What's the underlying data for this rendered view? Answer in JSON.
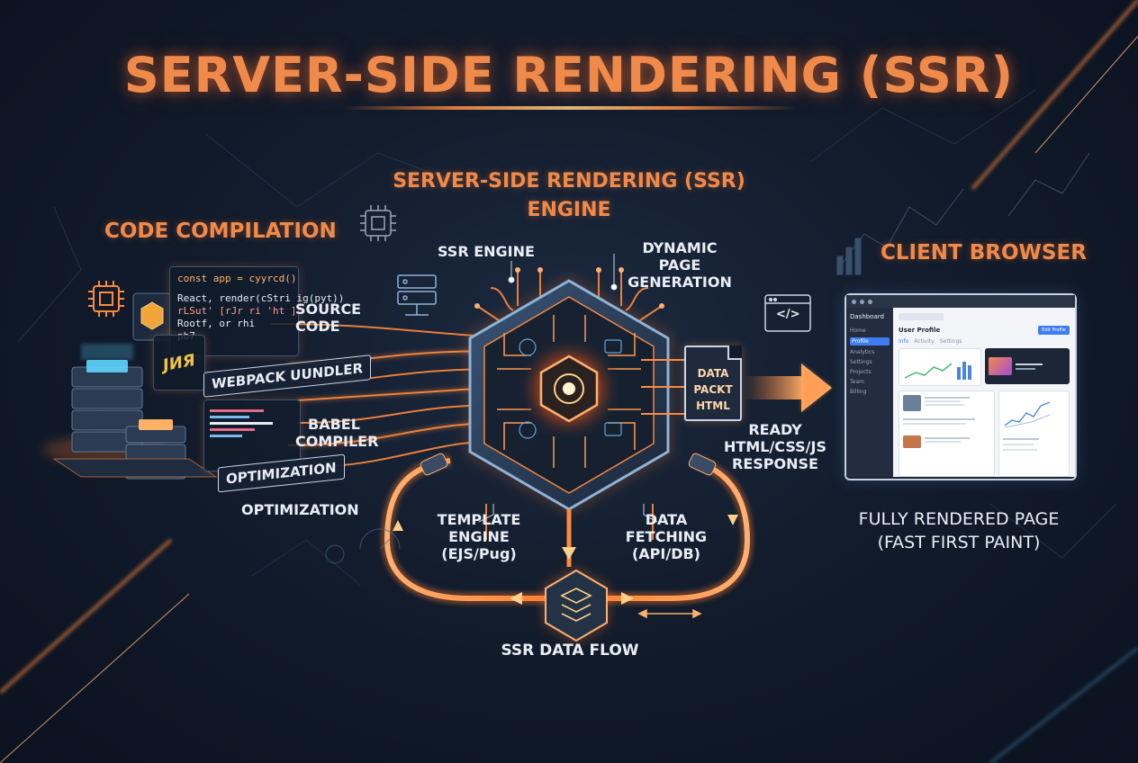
{
  "title": "SERVER-SIDE RENDERING (SSR)",
  "engine_title": [
    "SERVER-SIDE RENDERING (SSR)",
    "ENGINE"
  ],
  "sections": {
    "code_compilation": "CODE COMPILATION",
    "client_browser": "CLIENT BROWSER"
  },
  "compile": {
    "code_lines": [
      "const app = cyyrcd()",
      "React, render(cStri ig(pyt))",
      "rLSut' [rJr ri 'ht ]\"",
      "Rootf, or   rhi",
      "  pb7"
    ],
    "glitch_text": "JИЯ",
    "webpack_tag": "WEBPACK UUNDLER",
    "optimization_tag": "OPTIMIZATION",
    "labels": {
      "source_code": [
        "SOURCE",
        "CODE"
      ],
      "babel": [
        "BABEL",
        "COMPILER"
      ],
      "optimization": "OPTIMIZATION"
    }
  },
  "engine": {
    "ssr_engine": "SSR ENGINE",
    "dynamic_page": [
      "DYNAMIC PAGE",
      "GENERATION"
    ],
    "packet_doc": [
      "DATA",
      "PACKT",
      "HTML"
    ],
    "template_engine": [
      "TEMPLATE ENGINE",
      "(EJS/Pug)"
    ],
    "data_fetching": [
      "DATA FETCHING",
      "(API/DB)"
    ],
    "data_flow": "SSR DATA FLOW",
    "code_icon": "</>"
  },
  "response": [
    "READY",
    "HTML/CSS/JS",
    "RESPONSE"
  ],
  "client": {
    "caption": [
      "FULLY RENDERED PAGE",
      "(FAST FIRST PAINT)"
    ],
    "page_heading": "User Profile",
    "brand": "Dashboard",
    "nav_items": [
      "Home",
      "Profile",
      "Analytics",
      "Settings",
      "Projects",
      "Team",
      "Billing"
    ],
    "tabs": [
      "Info",
      "Activity",
      "Settings"
    ],
    "cta": "Edit Profile"
  },
  "colors": {
    "accent": "#f08a4b",
    "glow": "#ff8a3d",
    "circuit_blue": "#5ea8d8",
    "background": "#121c2c"
  }
}
